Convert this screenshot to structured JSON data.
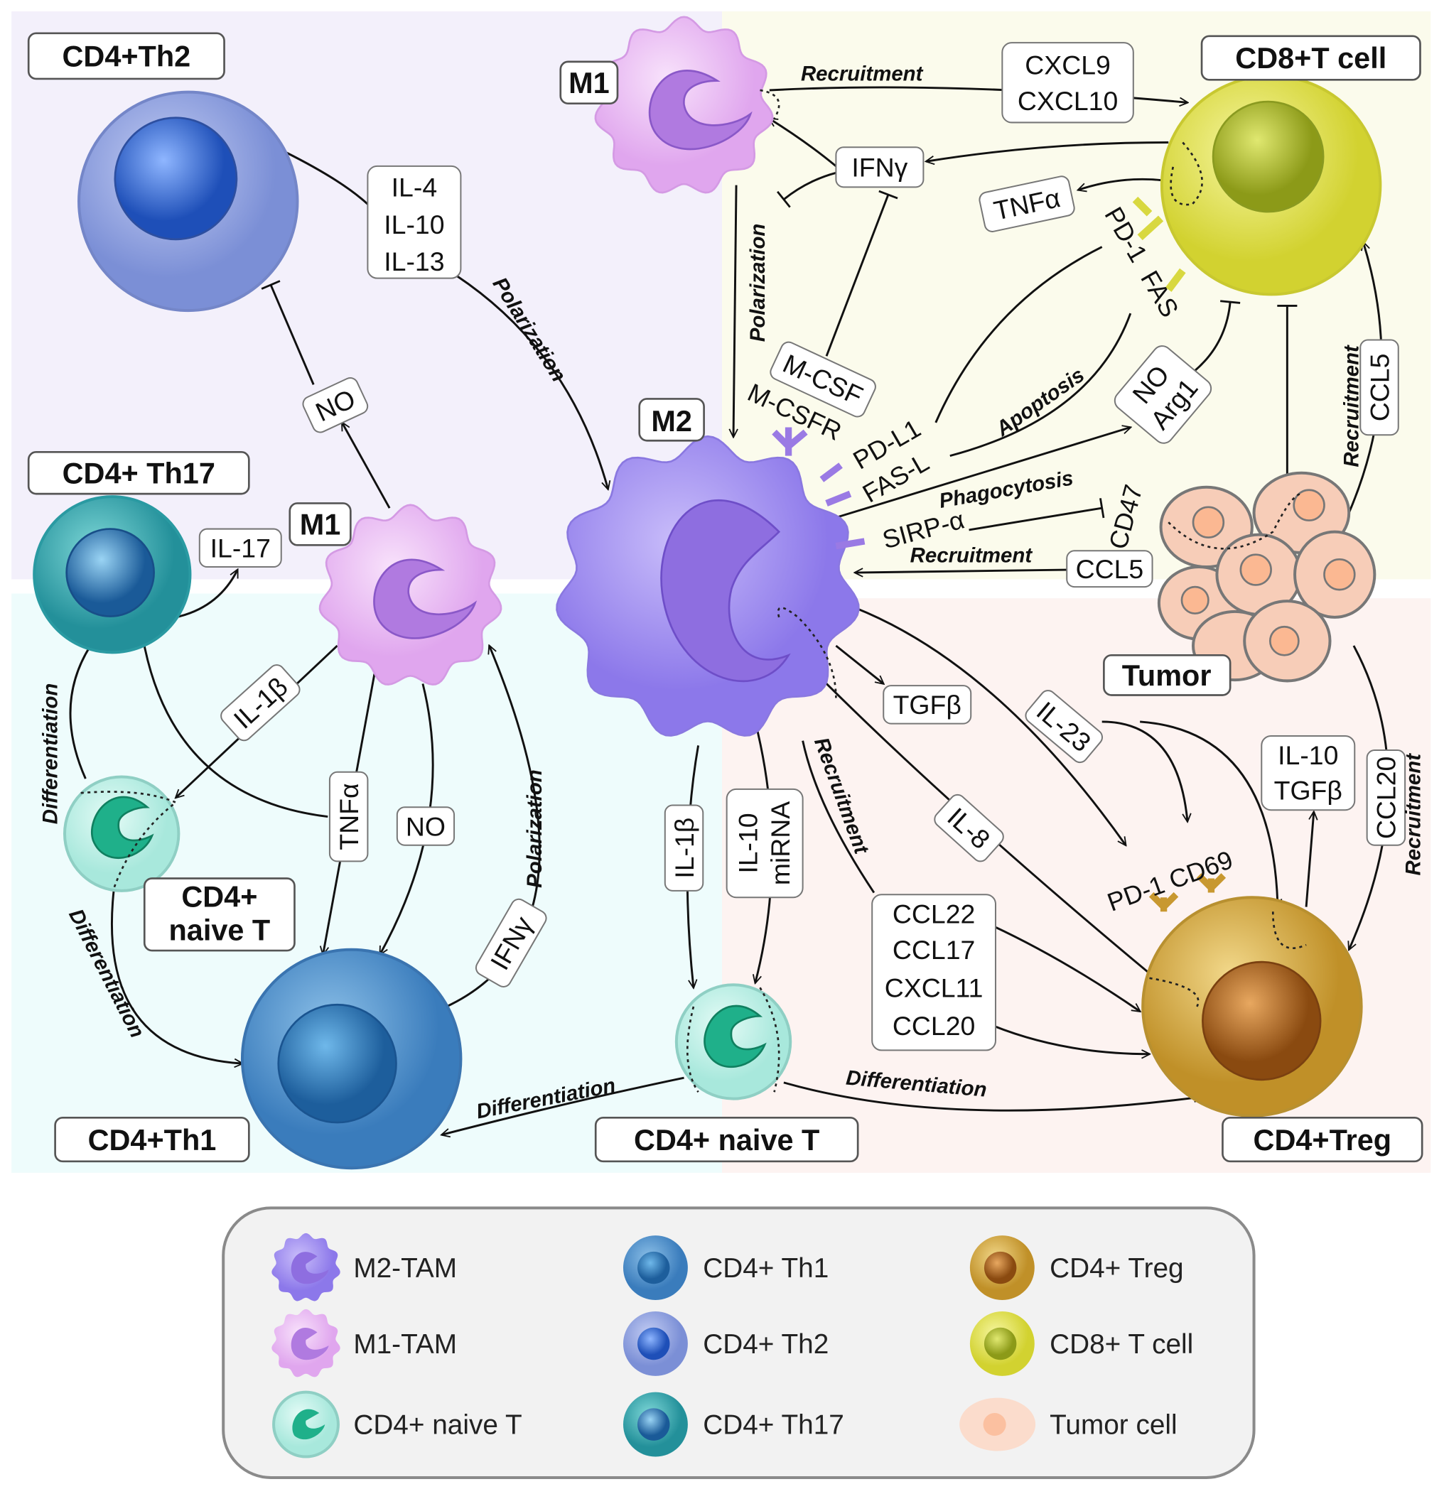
{
  "cells": {
    "cd4_th2": "CD4+Th2",
    "m1_top": "M1",
    "cd8": "CD8+T cell",
    "m2": "M2",
    "th17": "CD4+ Th17",
    "m1_left": "M1",
    "naive_left": [
      "CD4+",
      "naive T"
    ],
    "tumor": "Tumor",
    "th1": "CD4+Th1",
    "naive_bottom": "CD4+ naive T",
    "treg": "CD4+Treg"
  },
  "signals": {
    "cxcl": [
      "CXCL9",
      "CXCL10"
    ],
    "ifng_top": "IFNγ",
    "tnfa_top": "TNFα",
    "th2_cytokines": [
      "IL-4",
      "IL-10",
      "IL-13"
    ],
    "no_left": "NO",
    "mcsf": "M-CSF",
    "no_arg1": [
      "NO",
      "Arg1"
    ],
    "ccl5_vertical": "CCL5",
    "ccl5": "CCL5",
    "il17": "IL-17",
    "il1b_left": "IL-1β",
    "tnfa_left": "TNFα",
    "no_m1": "NO",
    "ifng_left": "IFNγ",
    "tgfb": "TGFβ",
    "il23": "IL-23",
    "il10_tgfb": [
      "IL-10",
      "TGFβ"
    ],
    "ccl20": "CCL20",
    "il1b_bottom": "IL-1β",
    "il10_mirna": [
      "IL-10",
      "miRNA"
    ],
    "il8": "IL-8",
    "chemokines": [
      "CCL22",
      "CCL17",
      "CXCL11",
      "CCL20"
    ]
  },
  "receptors": {
    "mcsfr": "M-CSFR",
    "pdl1": "PD-L1",
    "fasl": "FAS-L",
    "sirpa": "SIRP-α",
    "pd1": "PD-1",
    "fas": "FAS",
    "cd47": "CD47",
    "pd1_cd69": "PD-1 CD69"
  },
  "processes": {
    "recruit_cd8": "Recruitment",
    "polar_m1_m2": "Polarization",
    "polar_th2_m2": "Polarization",
    "apoptosis": "Apoptosis",
    "phagocytosis": "Phagocytosis",
    "recruit_tumor_m2": "Recruitment",
    "recruit_tumor_cd8": "Recruitment",
    "diff_th17": "Differentiation",
    "diff_th1_left": "Differentiation",
    "polar_th1_m1": "Polarization",
    "recruit_treg_m2": "Recruitment",
    "recruit_tumor_treg": "Recruitment",
    "diff_th1_bottom": "Differentiation",
    "diff_treg": "Differentiation"
  },
  "legend": {
    "items": [
      {
        "label": "M2-TAM",
        "icon": "m2-tam-icon"
      },
      {
        "label": "CD4+ Th1",
        "icon": "th1-icon"
      },
      {
        "label": "CD4+ Treg",
        "icon": "treg-icon"
      },
      {
        "label": "M1-TAM",
        "icon": "m1-tam-icon"
      },
      {
        "label": "CD4+ Th2",
        "icon": "th2-icon"
      },
      {
        "label": "CD8+ T cell",
        "icon": "cd8-icon"
      },
      {
        "label": "CD4+ naive T",
        "icon": "naive-t-icon"
      },
      {
        "label": "CD4+ Th17",
        "icon": "th17-icon"
      },
      {
        "label": "Tumor cell",
        "icon": "tumor-cell-icon"
      }
    ]
  },
  "colors": {
    "m2": "#9d8cf0",
    "m1": "#e8b4f0",
    "th1": "#4e93c8",
    "th2": "#8fa3e0",
    "th17": "#3aa8b0",
    "naive": "#c2f2ea",
    "treg": "#d8ae40",
    "cd8": "#e0e040",
    "tumor": "#f7cdb8"
  }
}
